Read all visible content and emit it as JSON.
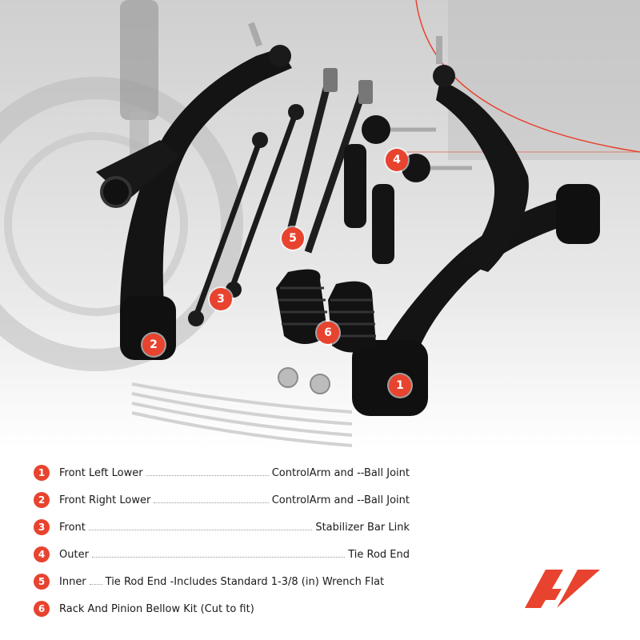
{
  "legend": [
    {
      "num": "1",
      "left": "Front Left Lower",
      "right": "ControlArm and --Ball Joint"
    },
    {
      "num": "2",
      "left": "Front Right Lower",
      "right": "ControlArm and --Ball Joint"
    },
    {
      "num": "3",
      "left": "Front",
      "right": "Stabilizer Bar Link"
    },
    {
      "num": "4",
      "left": "Outer",
      "right": "Tie Rod End"
    },
    {
      "num": "5",
      "left": "Inner",
      "right": "Tie Rod End -Includes Standard 1-3/8 (in) Wrench Flat"
    },
    {
      "num": "6",
      "left": "Rack And Pinion Bellow Kit (Cut to fit)",
      "right": ""
    }
  ],
  "markers": [
    "1",
    "2",
    "3",
    "4",
    "5",
    "6"
  ],
  "colors": {
    "accent": "#e8432f",
    "part": "#141414",
    "background_photo": "#d8d8d8"
  },
  "logo_icon": "ap-logo"
}
